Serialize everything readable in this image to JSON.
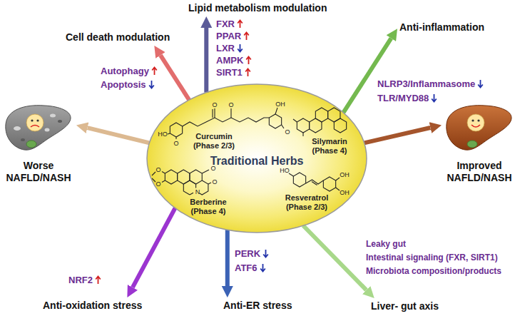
{
  "diagram": {
    "nodes": [
      {
        "text": [
          "Traditional Herbs",
          "Curcumin (Phase 2/3)",
          "Silymarin (Phase 4)",
          "Berberine (Phase 4)",
          "Resveratrol (Phase 2/3)"
        ]
      },
      {
        "text": [
          "Lipid metabolism modulation",
          "FXR",
          "PPAR",
          "LXR",
          "AMPK",
          "SIRT1"
        ]
      },
      {
        "text": [
          "Anti-inflammation",
          "NLRP3/Inflammasome",
          "TLR/MYD88"
        ]
      },
      {
        "text": [
          "Liver- gut axis",
          "Leaky gut",
          "Intestinal signaling (FXR, SIRT1)",
          "Microbiota composition/products"
        ]
      },
      {
        "text": [
          "Anti-ER stress",
          "PERK",
          "ATF6"
        ]
      },
      {
        "text": [
          "Anti-oxidation stress",
          "NRF2"
        ]
      },
      {
        "text": [
          "Cell death modulation",
          "Autophagy",
          "Apoptosis"
        ]
      },
      {
        "text": [
          "Worse NAFLD/NASH"
        ]
      },
      {
        "text": [
          "Improved NAFLD/NASH"
        ]
      }
    ],
    "edges": [
      {
        "from": 0,
        "to": 1,
        "arrow": "to"
      },
      {
        "from": 0,
        "to": 2,
        "arrow": "to"
      },
      {
        "from": 0,
        "to": 3,
        "arrow": "to"
      },
      {
        "from": 0,
        "to": 4,
        "arrow": "to"
      },
      {
        "from": 0,
        "to": 5,
        "arrow": "to"
      },
      {
        "from": 0,
        "to": 6,
        "arrow": "to"
      },
      {
        "from": 0,
        "to": 7,
        "arrow": "to"
      },
      {
        "from": 0,
        "to": 8,
        "arrow": "to"
      }
    ],
    "labels": [
      "HO",
      "O",
      "O",
      "O",
      "O",
      "OH",
      "O",
      "O",
      "N",
      "O",
      "O",
      "HO",
      "OH",
      "OH"
    ]
  }
}
